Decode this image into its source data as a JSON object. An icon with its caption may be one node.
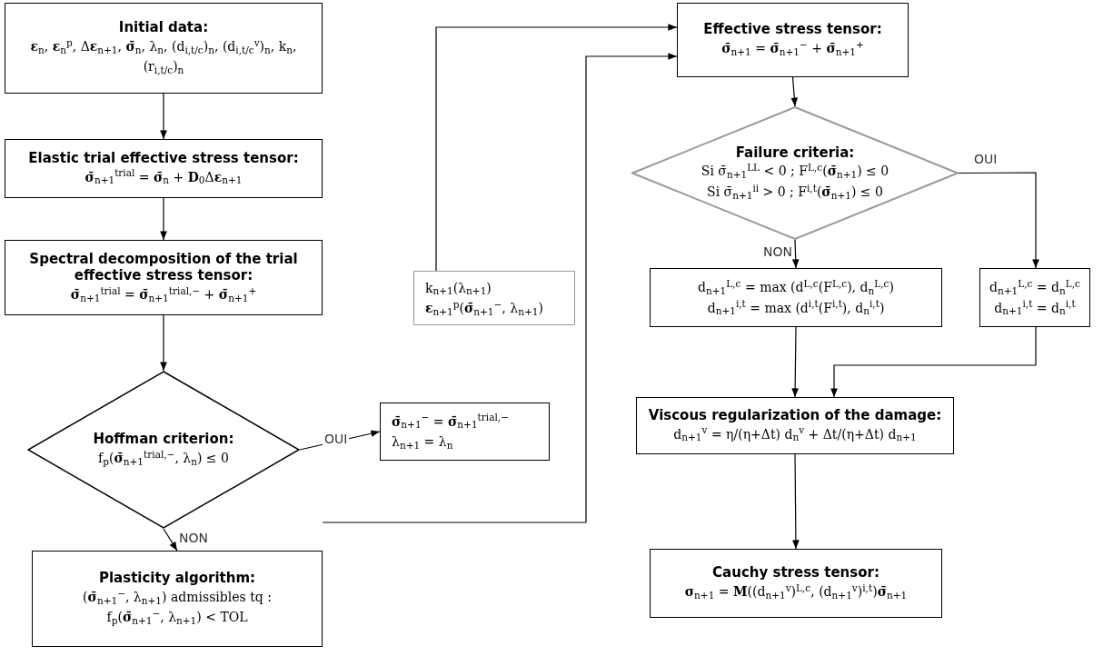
{
  "diagram": {
    "nodes": [
      {
        "text": [
          "Initial data:",
          "**ε**$_{n}$, **ε**$_{n}$$^{p}$, Δ**ε**$_{n+1}$, **σ̄**$_{n}$, λ$_{n}$, (d$_{i,t/c}$)$_{n}$, (d$_{i,t/c}$$^{v}$)$_{n}$, k$_{n}$, (r$_{i,t/c}$)$_{n}$"
        ]
      },
      {
        "text": [
          "Elastic trial effective stress tensor:",
          "**σ̄**$_{n+1}$$^{trial}$ = **σ̄**$_{n}$ + **D**$_{0}$Δ**ε**$_{n+1}$"
        ]
      },
      {
        "text": [
          "Spectral decomposition of the trial effective stress tensor:",
          "**σ̄**$_{n+1}$$^{trial}$ = **σ̄**$_{n+1}$$^{trial,−}$ + **σ̄**$_{n+1}$$^{+}$"
        ]
      },
      {
        "text": [
          "Hoffman criterion:",
          "f$_{p}$(**σ̄**$_{n+1}$$^{trial,−}$, λ$_{n}$) ≤ 0"
        ]
      },
      {
        "text": [
          "Plasticity algorithm:",
          "(**σ̄**$_{n+1}$$^{−}$, λ$_{n+1}$) admissibles tq :",
          "f$_{p}$(**σ̄**$_{n+1}$$^{−}$, λ$_{n+1}$) < TOL"
        ]
      },
      {
        "text": [
          "**σ̄**$_{n+1}$$^{−}$ = **σ̄**$_{n+1}$$^{trial,−}$",
          "λ$_{n+1}$ = λ$_{n}$"
        ]
      },
      {
        "text": [
          "k$_{n+1}$(λ$_{n+1}$)",
          "**ε**$_{n+1}$$^{p}$(**σ̄**$_{n+1}$$^{−}$, λ$_{n+1}$)"
        ]
      },
      {
        "text": [
          "Effective stress tensor:",
          "**σ̄**$_{n+1}$ = **σ̄**$_{n+1}$$^{−}$ + **σ̄**$_{n+1}$$^{+}$"
        ]
      },
      {
        "text": [
          "Failure criteria:",
          "Si σ̄$_{n+1}$$^{LL}$ < 0 ; F$^{L,c}$(**σ̄**$_{n+1}$) ≤ 0",
          "Si σ̄$_{n+1}$$^{ii}$ > 0 ; F$^{i,t}$(**σ̄**$_{n+1}$) ≤ 0"
        ]
      },
      {
        "text": [
          "d$_{n+1}$$^{L,c}$ = max (d$^{L,c}$(F$^{L,c}$), d$_{n}$$^{L,c}$)",
          "d$_{n+1}$$^{i,t}$ = max (d$^{i,t}$(F$^{i,t}$), d$_{n}$$^{i,t}$)"
        ]
      },
      {
        "text": [
          "d$_{n+1}$$^{L,c}$ = d$_{n}$$^{L,c}$",
          "d$_{n+1}$$^{i,t}$ = d$_{n}$$^{i,t}$"
        ]
      },
      {
        "text": [
          "Viscous regularization of the damage:",
          "d$_{n+1}$$^{v}$ = η/(η+Δt) d$_{n}$$^{v}$ + Δt/(η+Δt) d$_{n+1}$"
        ]
      },
      {
        "text": [
          "Cauchy stress tensor:",
          "**σ**$_{n+1}$ = **M**((d$_{n+1}$$^{v}$)$^{L,c}$, (d$_{n+1}$$^{v}$)$^{i,t}$)**σ̄**$_{n+1}$"
        ]
      }
    ],
    "edges": [
      {
        "from": 0,
        "to": 1,
        "arrow": "to"
      },
      {
        "from": 1,
        "to": 2,
        "arrow": "to"
      },
      {
        "from": 2,
        "to": 3,
        "arrow": "to"
      },
      {
        "from": 3,
        "to": 5,
        "arrow": "to",
        "label": "OUI"
      },
      {
        "from": 3,
        "to": 4,
        "arrow": "to",
        "label": "NON"
      },
      {
        "from": 6,
        "to": 7,
        "arrow": "to"
      },
      {
        "from": 4,
        "to": 7,
        "arrow": "to"
      },
      {
        "from": 7,
        "to": 8,
        "arrow": "to"
      },
      {
        "from": 8,
        "to": 9,
        "arrow": "to",
        "label": "NON"
      },
      {
        "from": 8,
        "to": 10,
        "arrow": "to",
        "label": "OUI"
      },
      {
        "from": 9,
        "to": 11,
        "arrow": "to"
      },
      {
        "from": 10,
        "to": 11,
        "arrow": "to"
      },
      {
        "from": 11,
        "to": 12,
        "arrow": "to"
      }
    ]
  }
}
